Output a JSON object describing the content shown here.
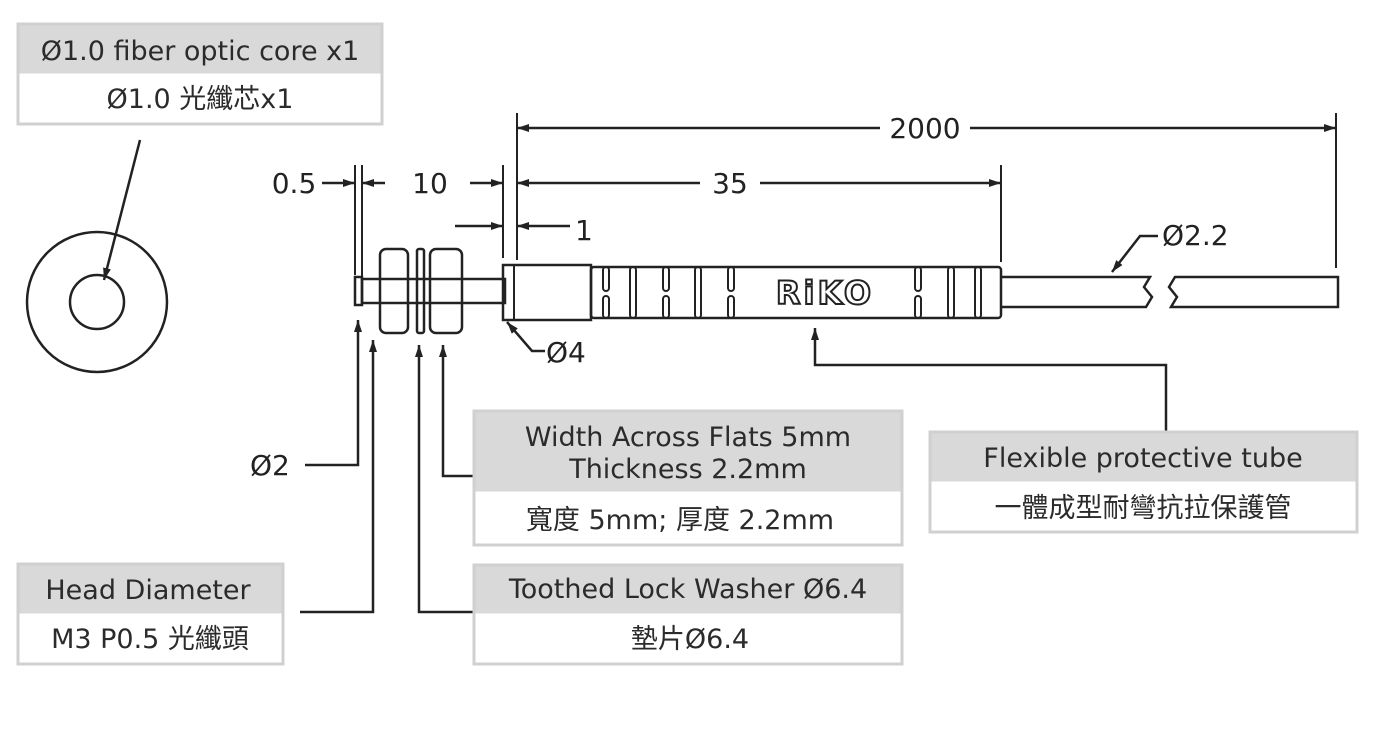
{
  "callouts": {
    "fiber_core": {
      "en": "Ø1.0 fiber optic core x1",
      "zh": "Ø1.0 光纖芯x1"
    },
    "nut": {
      "en_line1": "Width Across Flats 5mm",
      "en_line2": "Thickness 2.2mm",
      "zh": "寬度 5mm; 厚度 2.2mm"
    },
    "washer": {
      "en": "Toothed Lock Washer Ø6.4",
      "zh": "墊片Ø6.4"
    },
    "head": {
      "en": "Head Diameter",
      "zh": "M3 P0.5 光纖頭"
    },
    "tube": {
      "en": "Flexible protective tube",
      "zh": "一體成型耐彎抗拉保護管"
    }
  },
  "dimensions": {
    "total_length": "2000",
    "body_length": "35",
    "tip_length": "0.5",
    "thread_length": "10",
    "sleeve_gap": "1",
    "cable_diameter": "Ø2.2",
    "sleeve_diameter": "Ø4",
    "tip_diameter": "Ø2"
  },
  "logo": "RiKO"
}
